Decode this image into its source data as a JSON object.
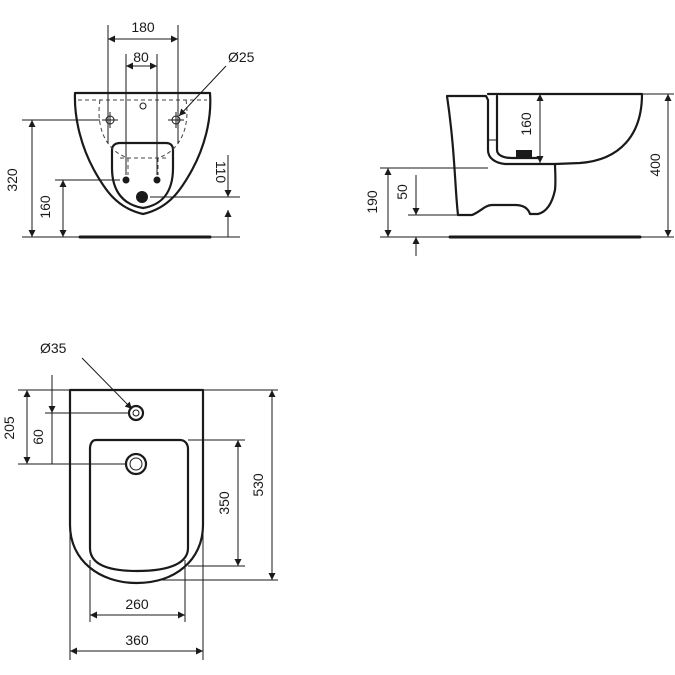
{
  "views": {
    "front": {
      "dims": {
        "width_outer": "180",
        "width_inner": "80",
        "hole_diameter": "Ø25",
        "height_total": "320",
        "height_waste": "160",
        "height_outlet": "110"
      }
    },
    "side": {
      "dims": {
        "depth_height": "160",
        "height_total": "400",
        "height_inlet": "190",
        "height_offset": "50"
      }
    },
    "top": {
      "dims": {
        "hole_diameter": "Ø35",
        "hole_offset": "205",
        "hole_gap": "60",
        "bowl_depth": "350",
        "total_depth": "530",
        "bowl_width": "260",
        "total_width": "360"
      }
    }
  },
  "colors": {
    "line": "#1a1a1a",
    "background": "#ffffff"
  }
}
